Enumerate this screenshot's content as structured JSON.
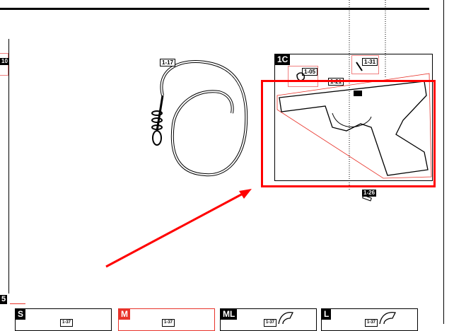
{
  "hose": {
    "part": "1-17"
  },
  "frame_section": {
    "label": "1C",
    "parts": [
      "1-05",
      "1-21",
      "1-31",
      "1-26"
    ]
  },
  "left_edge": {
    "part": "10"
  },
  "section_5": {
    "label": "5"
  },
  "grip_sizes": [
    {
      "label": "S",
      "part": "1-37"
    },
    {
      "label": "M",
      "part": "1-37"
    },
    {
      "label": "ML",
      "part": "1-37"
    },
    {
      "label": "L",
      "part": "1-37"
    }
  ],
  "colors": {
    "highlight": "#ff0000",
    "accent": "#e8332a"
  }
}
